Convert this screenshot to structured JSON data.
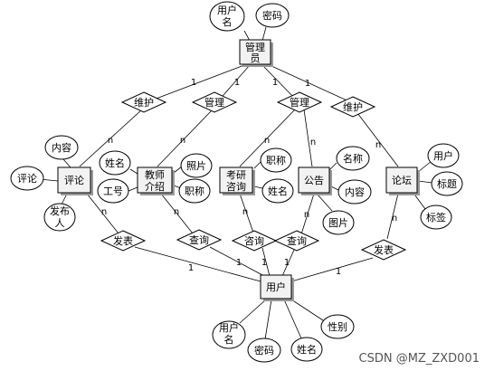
{
  "entities": {
    "admin": [
      "管理",
      "员"
    ],
    "comment": [
      "评论"
    ],
    "teacher": [
      "教师",
      "介绍"
    ],
    "exam": [
      "考研",
      "咨询"
    ],
    "notice": [
      "公告"
    ],
    "forum": [
      "论坛"
    ],
    "user": [
      "用户"
    ]
  },
  "attributes": {
    "admin_username": [
      "用户",
      "名"
    ],
    "admin_password": [
      "密码"
    ],
    "comment_content": [
      "内容"
    ],
    "comment_comment": [
      "评论"
    ],
    "comment_publisher": [
      "发布",
      "人"
    ],
    "teacher_name": [
      "姓名"
    ],
    "teacher_id": [
      "工号"
    ],
    "teacher_photo": [
      "照片"
    ],
    "teacher_title": [
      "职称"
    ],
    "exam_title": [
      "职称"
    ],
    "exam_name": [
      "姓名"
    ],
    "notice_name": [
      "名称"
    ],
    "notice_content": [
      "内容"
    ],
    "notice_image": [
      "图片"
    ],
    "forum_user": [
      "用户"
    ],
    "forum_title": [
      "标题"
    ],
    "forum_tag": [
      "标签"
    ],
    "user_username": [
      "用户",
      "名"
    ],
    "user_password": [
      "密码"
    ],
    "user_name": [
      "姓名"
    ],
    "user_gender": [
      "性别"
    ]
  },
  "relationships": {
    "maintain_comment": "维护",
    "manage_teacher": "管理",
    "manage_notice": "管理",
    "maintain_forum": "维护",
    "publish_comment": "发表",
    "query_teacher": "查询",
    "consult_exam": "咨询",
    "query_notice": "查询",
    "publish_forum": "发表"
  },
  "cardinalities": {
    "one": "1",
    "many": "n"
  },
  "watermark": "CSDN @MZ_ZXD001"
}
